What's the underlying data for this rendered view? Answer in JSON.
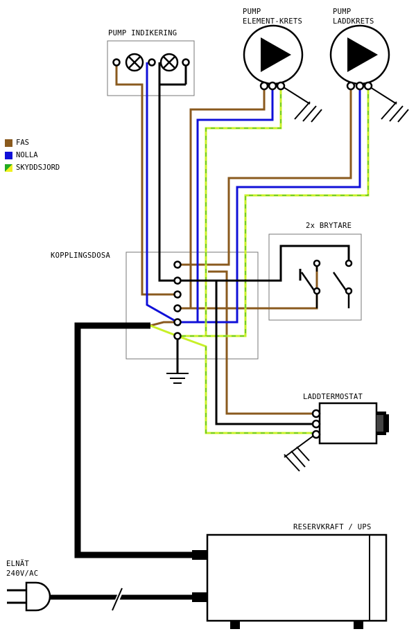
{
  "labels": {
    "pump_indikering": "PUMP INDIKERING",
    "pump_element_line1": "PUMP",
    "pump_element_line2": "ELEMENT-KRETS",
    "pump_ladd_line1": "PUMP",
    "pump_ladd_line2": "LADDKRETS",
    "kopplingsdosa": "KOPPLINGSDOSA",
    "brytare": "2x BRYTARE",
    "laddtermostat": "LADDTERMOSTAT",
    "reservkraft": "RESERVKRAFT / UPS",
    "elnat_line1": "ELNÄT",
    "elnat_line2": "240V/AC"
  },
  "legend": [
    {
      "label": "FAS",
      "color": "#8a5a1e"
    },
    {
      "label": "NOLLA",
      "color": "#1010d8"
    },
    {
      "label": "SKYDDSJORD",
      "color": "#c8f028"
    }
  ],
  "colors": {
    "fas": "#8a5a1e",
    "nolla": "#1010d8",
    "jord": "#c8f028",
    "jord_stripe": "#22aa22",
    "black": "#000000",
    "box_border": "#777777"
  }
}
